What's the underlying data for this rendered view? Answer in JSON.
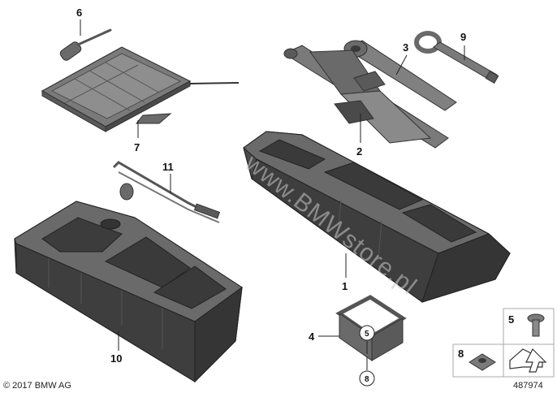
{
  "watermark": "www.BMWstore.pl",
  "copyright": "© 2017 BMW AG",
  "diagram_id": "487974",
  "callouts": {
    "p1": "1",
    "p2": "2",
    "p3": "3",
    "p4": "4",
    "p5": "5",
    "p6": "6",
    "p7": "7",
    "p8": "8",
    "p9": "9",
    "p10": "10",
    "p11": "11",
    "ring5": "5",
    "ring8": "8",
    "legend5": "5",
    "legend8": "8"
  },
  "colors": {
    "part_dark": "#4a4a4a",
    "part_mid": "#6a6a6a",
    "part_light": "#8c8c8c",
    "line": "#222222"
  }
}
